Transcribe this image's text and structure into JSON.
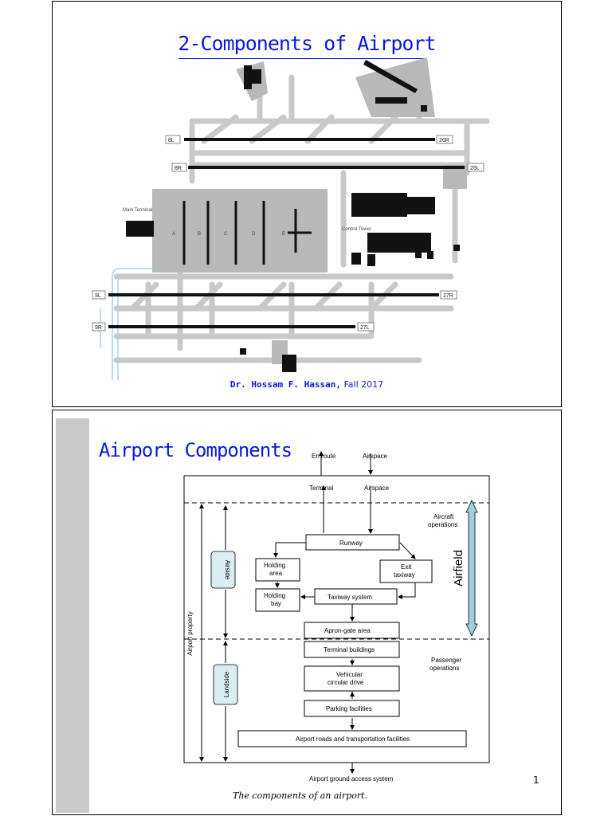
{
  "slide1": {
    "title": "2-Components of Airport",
    "author": "Dr. Hossam F. Hassan,",
    "term": "Fall 2017",
    "map": {
      "runways": [
        "8L",
        "26R",
        "8R",
        "26L",
        "9L",
        "27R",
        "9R",
        "27L"
      ],
      "main_terminal": "Main Terminal",
      "concourses": [
        "A",
        "B",
        "C",
        "D",
        "E"
      ],
      "control_tower": "Control Tower"
    }
  },
  "slide2": {
    "title": "Airport Components",
    "diagram": {
      "en_route": "En route",
      "airspace_top": "Airspace",
      "terminal": "Terminal",
      "airspace": "Airspace",
      "aircraft_ops": [
        "Aircraft",
        "operations"
      ],
      "runway": "Runway",
      "holding_area": [
        "Holding",
        "area"
      ],
      "exit_taxiway": [
        "Exit",
        "taxiway"
      ],
      "holding_bay": [
        "Holding",
        "bay"
      ],
      "taxiway_system": "Taxiway system",
      "airside": "Airside",
      "airfield": "Airfield",
      "airport_property": "Airport property",
      "apron_gate": "Apron-gate area",
      "terminal_buildings": "Terminal buildings",
      "passenger_ops": [
        "Passenger",
        "operations"
      ],
      "vehicular": [
        "Vehicular",
        "circular drive"
      ],
      "landside": "Landside",
      "parking": "Parking facilities",
      "roads": "Airport roads and transportation facilities",
      "ground_access": "Airport ground access system"
    },
    "page_number": "1",
    "caption": "The components of an airport."
  }
}
